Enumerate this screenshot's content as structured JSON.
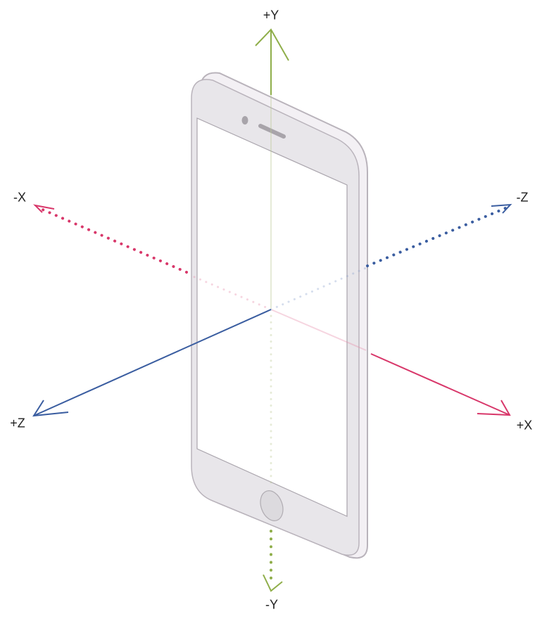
{
  "labels": {
    "pos_y": "+Y",
    "neg_y": "-Y",
    "neg_x": "-X",
    "pos_x": "+X",
    "neg_z": "-Z",
    "pos_z": "+Z"
  },
  "colors": {
    "x_axis": "#d8376a",
    "y_axis": "#8fae4a",
    "z_axis": "#3a5da0",
    "phone_body": "#eeeaef",
    "phone_outline": "#b9b3bb",
    "bezel": "#e6e4e8"
  },
  "icons": {
    "device": "smartphone-icon",
    "home_button": "home-button-icon"
  }
}
